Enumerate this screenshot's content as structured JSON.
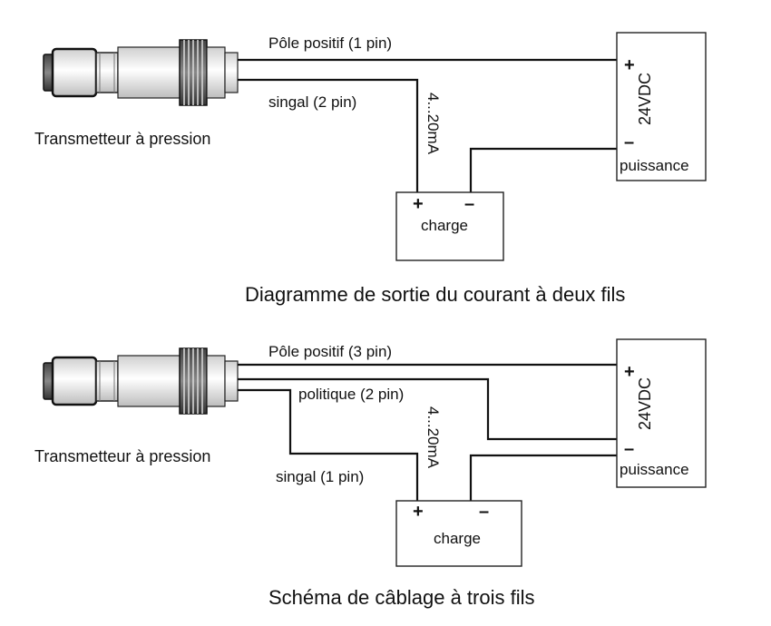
{
  "diagram1": {
    "title": "Diagramme de sortie du courant à deux fils",
    "transmitter_label": "Transmetteur à pression",
    "wire_positive_label": "Pôle positif (1 pin)",
    "wire_signal_label": "singal (2 pin)",
    "current_label": "4...20mA",
    "power": {
      "voltage": "24VDC",
      "label": "puissance",
      "plus": "+",
      "minus": "–"
    },
    "load": {
      "label": "charge",
      "plus": "+",
      "minus": "–"
    }
  },
  "diagram2": {
    "title": "Schéma de câblage à trois fils",
    "transmitter_label": "Transmetteur à pression",
    "wire_positive_label": "Pôle positif (3 pin)",
    "wire_negative_label": "politique  (2 pin)",
    "wire_signal_label": "singal (1 pin)",
    "current_label": "4...20mA",
    "power": {
      "voltage": "24VDC",
      "label": "puissance",
      "plus": "+",
      "minus": "–"
    },
    "load": {
      "label": "charge",
      "plus": "+",
      "minus": "–"
    }
  }
}
